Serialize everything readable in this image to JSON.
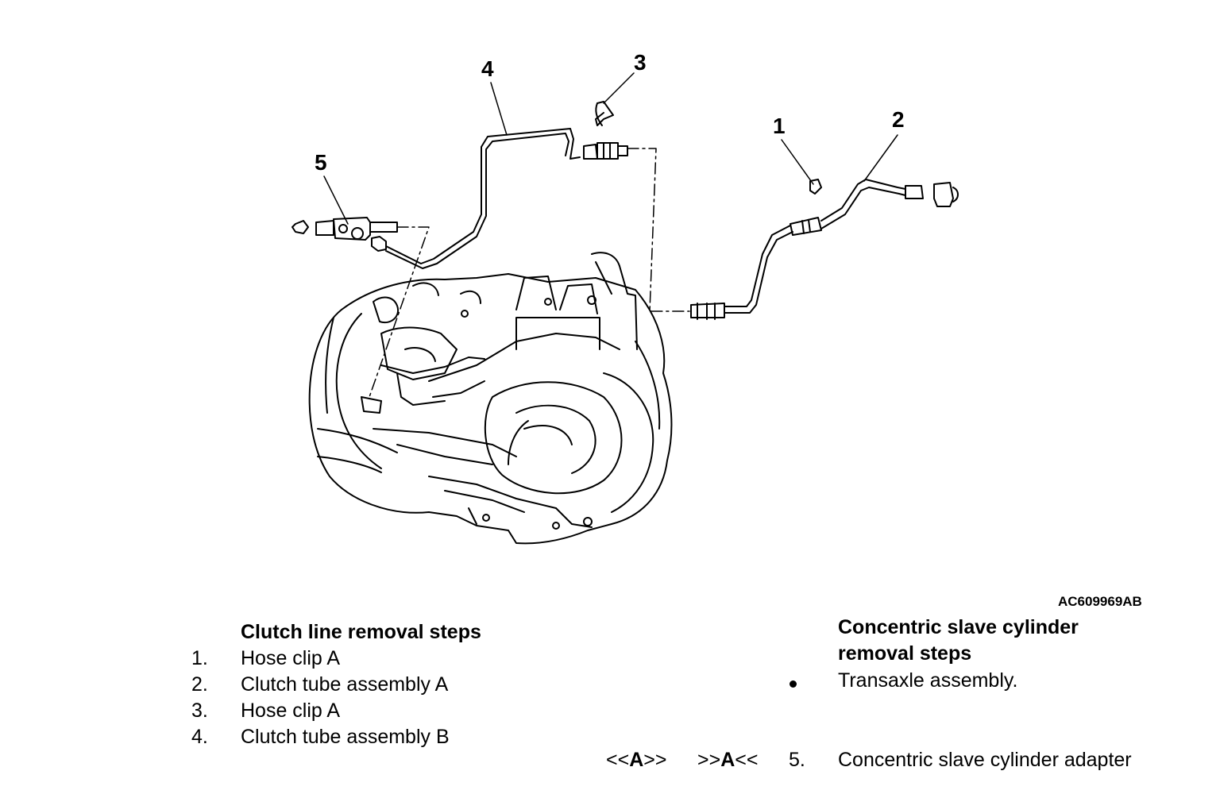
{
  "figure": {
    "reference_code": "AC609969AB",
    "callouts": [
      "1",
      "2",
      "3",
      "4",
      "5"
    ]
  },
  "clutch_line": {
    "title": "Clutch line removal steps",
    "steps": [
      {
        "num": "1.",
        "label": "Hose clip A"
      },
      {
        "num": "2.",
        "label": "Clutch tube assembly A"
      },
      {
        "num": "3.",
        "label": "Hose clip A"
      },
      {
        "num": "4.",
        "label": "Clutch tube assembly B"
      }
    ]
  },
  "slave_cylinder": {
    "title_line1": "Concentric slave cylinder",
    "title_line2": "removal steps",
    "bullet_item": "Transaxle assembly.",
    "marks": {
      "removal_pre": "<<",
      "removal_letter": "A",
      "removal_post": ">>",
      "install_pre": ">>",
      "install_letter": "A",
      "install_post": "<<"
    },
    "step": {
      "num": "5.",
      "label": "Concentric slave cylinder adapter"
    }
  }
}
